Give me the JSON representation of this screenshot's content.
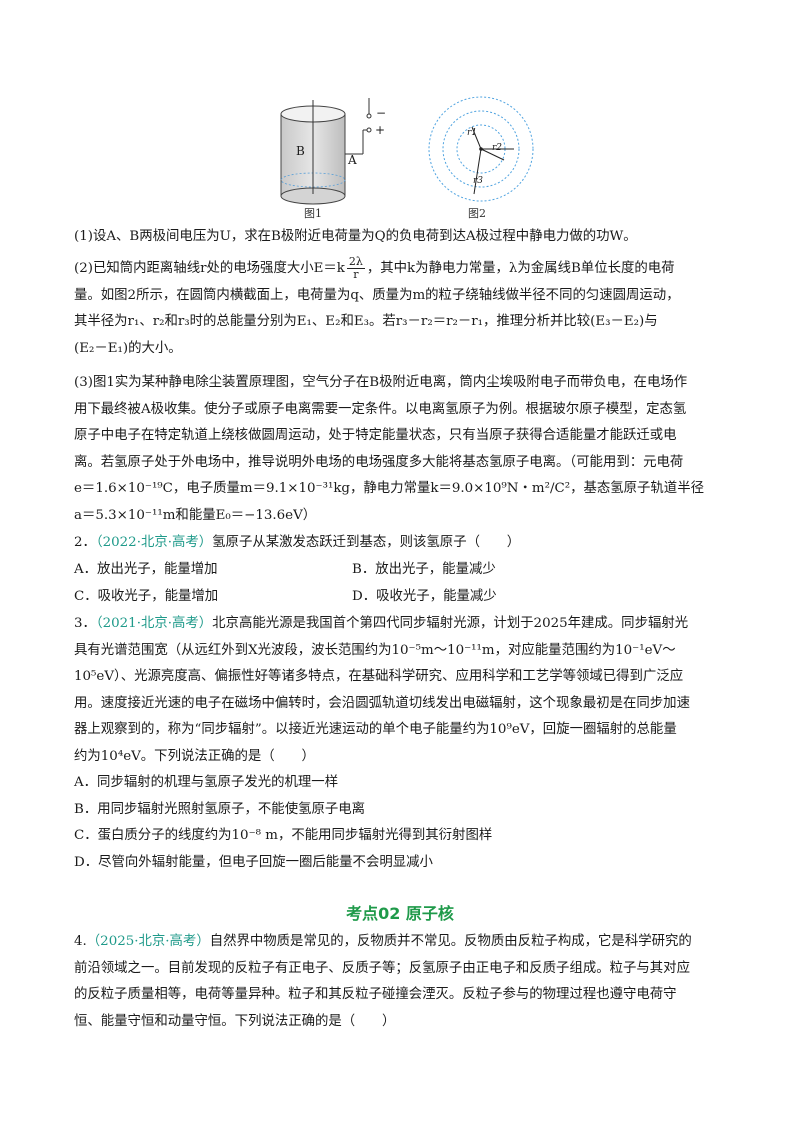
{
  "figure": {
    "fig1_caption": "图1",
    "fig2_caption": "图2",
    "label_B": "B",
    "label_A": "A",
    "minus": "−",
    "plus": "+",
    "r1": "r1",
    "r2": "r2",
    "r3": "r3"
  },
  "p1": {
    "q1": "(1)设A、B两极间电压为U，求在B极附近电荷量为Q的负电荷到达A极过程中静电力做的功W。"
  },
  "p2": {
    "l1a": "(2)已知筒内距离轴线r处的电场强度大小E＝k",
    "frac_num": "2λ",
    "frac_den": "r",
    "l1b": "，其中k为静电力常量，λ为金属线B单位长度的电荷",
    "l2": "量。如图2所示，在圆筒内横截面上，电荷量为q、质量为m的粒子绕轴线做半径不同的匀速圆周运动，",
    "l3": "其半径为r₁、r₂和r₃时的总能量分别为E₁、E₂和E₃。若r₃－r₂＝r₂－r₁，推理分析并比较(E₃－E₂)与",
    "l4": "(E₂－E₁)的大小。"
  },
  "p3": {
    "l1": "(3)图1实为某种静电除尘装置原理图，空气分子在B极附近电离，筒内尘埃吸附电子而带负电，在电场作",
    "l2": "用下最终被A极收集。使分子或原子电离需要一定条件。以电离氢原子为例。根据玻尔原子模型，定态氢",
    "l3": "原子中电子在特定轨道上绕核做圆周运动，处于特定能量状态，只有当原子获得合适能量才能跃迁或电",
    "l4": "离。若氢原子处于外电场中，推导说明外电场的电场强度多大能将基态氢原子电离。（可能用到：元电荷",
    "l5": "e＝1.6×10⁻¹⁹C，电子质量m＝9.1×10⁻³¹kg，静电力常量k＝9.0×10⁹N・m²/C²，基态氢原子轨道半径",
    "l6": "a＝5.3×10⁻¹¹m和能量E₀＝−13.6eV）"
  },
  "q2": {
    "num": "2．",
    "source": "（2022·北京·高考）",
    "stem": "氢原子从某激发态跃迁到基态，则该氢原子（　　）",
    "A": "A．放出光子，能量增加",
    "B": "B．放出光子，能量减少",
    "C": "C．吸收光子，能量增加",
    "D": "D．吸收光子，能量减少"
  },
  "q3": {
    "num": "3．",
    "source": "（2021·北京·高考）",
    "l1": "北京高能光源是我国首个第四代同步辐射光源，计划于2025年建成。同步辐射光",
    "l2": "具有光谱范围宽（从远红外到X光波段，波长范围约为10⁻⁵m～10⁻¹¹m，对应能量范围约为10⁻¹eV～",
    "l3": "10⁵eV）、光源亮度高、偏振性好等诸多特点，在基础科学研究、应用科学和工艺学等领域已得到广泛应",
    "l4": "用。速度接近光速的电子在磁场中偏转时，会沿圆弧轨道切线发出电磁辐射，这个现象最初是在同步加速",
    "l5": "器上观察到的，称为“同步辐射”。以接近光速运动的单个电子能量约为10⁹eV，回旋一圈辐射的总能量",
    "l6": "约为10⁴eV。下列说法正确的是（　　）",
    "A": "A．同步辐射的机理与氢原子发光的机理一样",
    "B": "B．用同步辐射光照射氢原子，不能使氢原子电离",
    "C": "C．蛋白质分子的线度约为10⁻⁸ m，不能用同步辐射光得到其衍射图样",
    "D": "D．尽管向外辐射能量，但电子回旋一圈后能量不会明显减小"
  },
  "section": {
    "title": "考点02  原子核"
  },
  "q4": {
    "num": "4.",
    "source": "（2025·北京·高考）",
    "l1": "自然界中物质是常见的，反物质并不常见。反物质由反粒子构成，它是科学研究的",
    "l2": "前沿领域之一。目前发现的反粒子有正电子、反质子等；反氢原子由正电子和反质子组成。粒子与其对应",
    "l3": "的反粒子质量相等，电荷等量异种。粒子和其反粒子碰撞会湮灭。反粒子参与的物理过程也遵守电荷守",
    "l4": "恒、能量守恒和动量守恒。下列说法正确的是（　　）"
  }
}
